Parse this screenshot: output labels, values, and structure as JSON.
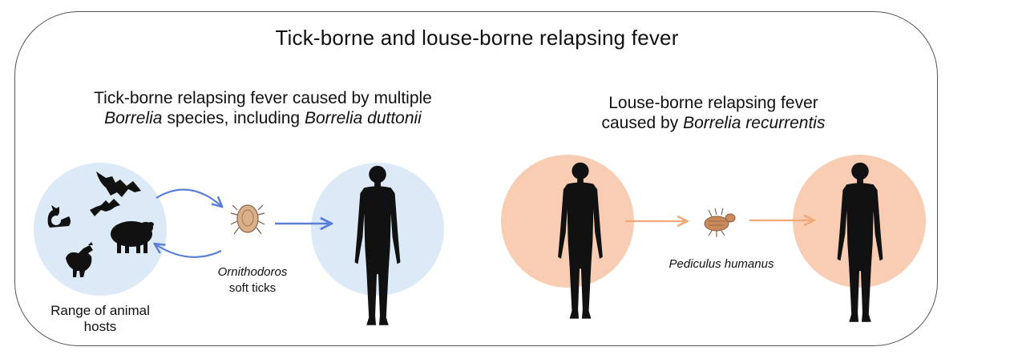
{
  "title": "Tick-borne and louse-borne relapsing fever",
  "tick_panel": {
    "line1": "Tick-borne relapsing fever caused by multiple",
    "line2_italic_a": "Borrelia",
    "line2_plain": " species, including ",
    "line2_italic_b": "Borrelia duttonii",
    "hosts_line1": "Range of animal",
    "hosts_line2": "hosts",
    "vector_italic": "Ornithodoros",
    "vector_plain": "soft ticks"
  },
  "louse_panel": {
    "line1": "Louse-borne relapsing fever",
    "line2_plain": "caused by ",
    "line2_italic": "Borrelia recurrentis",
    "vector_italic": "Pediculus humanus"
  },
  "colors": {
    "blue_circle": "#dce9f7",
    "peach_circle": "#f8cdb4",
    "blue_arrow": "#5b7fd6",
    "orange_arrow": "#f0a878",
    "tick_body": "#d9b08a",
    "louse_body": "#c98a5c"
  },
  "icons": [
    "cat-icon",
    "bat-icon",
    "sheep-icon",
    "chicken-icon",
    "tick-icon",
    "louse-icon",
    "human-silhouette-icon"
  ]
}
